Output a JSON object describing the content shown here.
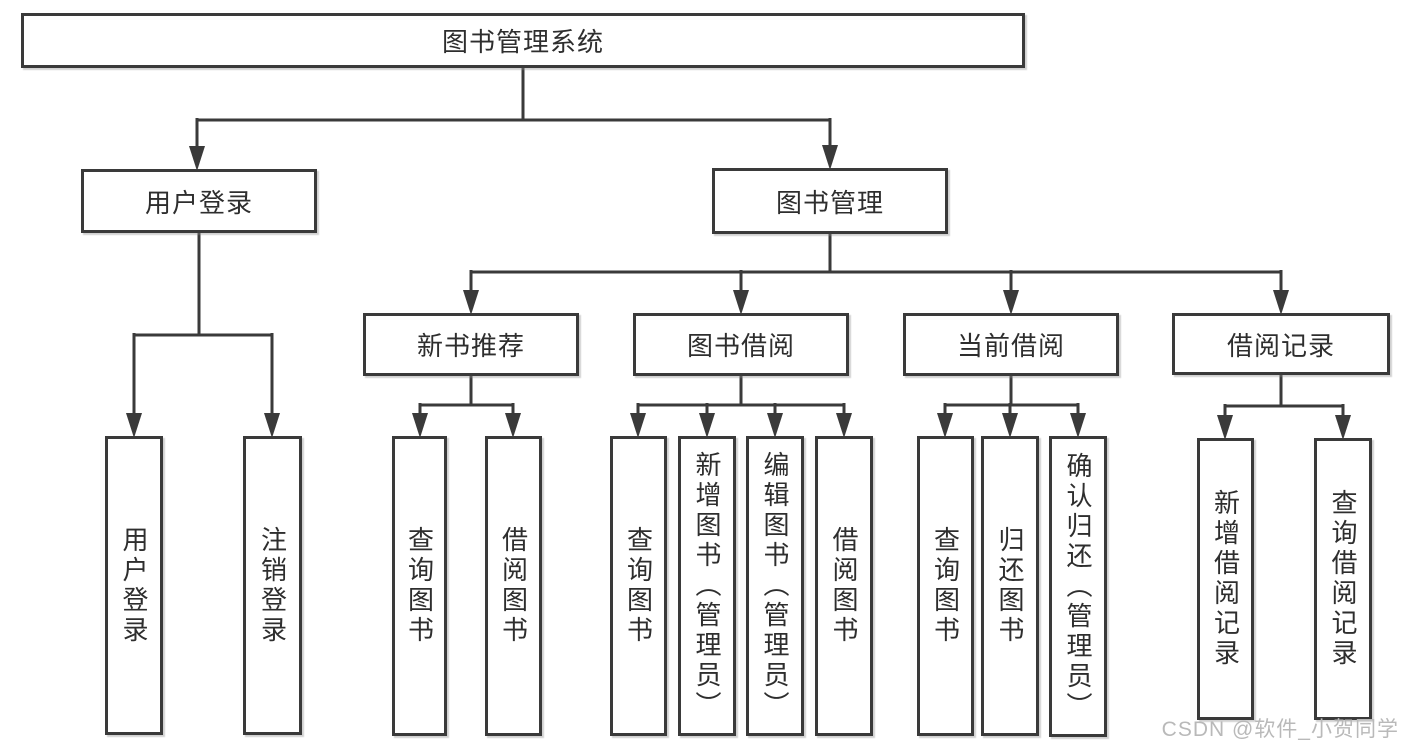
{
  "diagram": {
    "root": {
      "label": "图书管理系统"
    },
    "branches": [
      {
        "label": "用户登录",
        "children": [
          {
            "label": "用户登录"
          },
          {
            "label": "注销登录"
          }
        ]
      },
      {
        "label": "图书管理",
        "sections": [
          {
            "label": "新书推荐",
            "children": [
              {
                "label": "查询图书"
              },
              {
                "label": "借阅图书"
              }
            ]
          },
          {
            "label": "图书借阅",
            "children": [
              {
                "label": "查询图书"
              },
              {
                "label": "新增图书（管理员）"
              },
              {
                "label": "编辑图书（管理员）"
              },
              {
                "label": "借阅图书"
              }
            ]
          },
          {
            "label": "当前借阅",
            "children": [
              {
                "label": "查询图书"
              },
              {
                "label": "归还图书"
              },
              {
                "label": "确认归还（管理员）"
              }
            ]
          },
          {
            "label": "借阅记录",
            "children": [
              {
                "label": "新增借阅记录"
              },
              {
                "label": "查询借阅记录"
              }
            ]
          }
        ]
      }
    ]
  },
  "watermark": {
    "text": "CSDN @软件_小贺同学"
  },
  "colors": {
    "line": "#3a3a3a",
    "box_border": "#3a3a3a",
    "text": "#2e2e2e",
    "background": "#ffffff",
    "watermark": "#b9b9b9"
  }
}
